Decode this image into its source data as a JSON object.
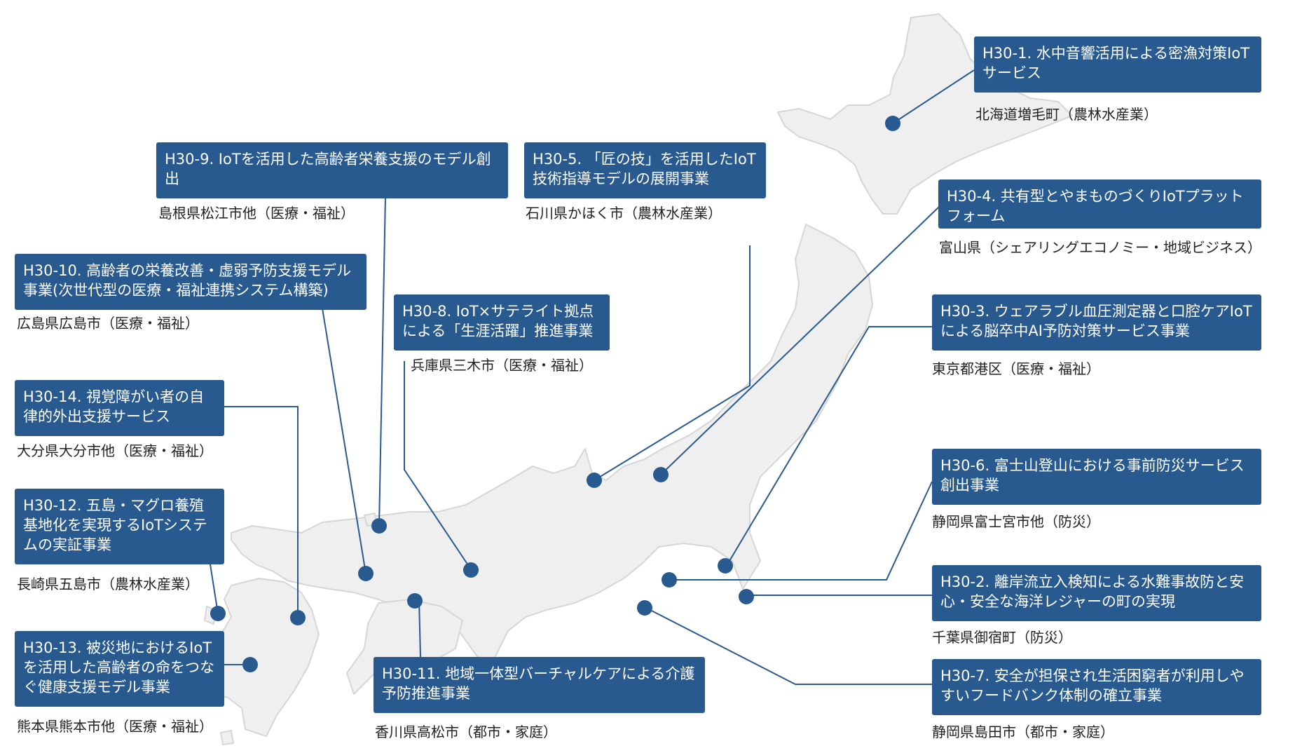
{
  "colors": {
    "marker": "#285a90",
    "box_bg": "#285a90",
    "box_text": "#ffffff",
    "land": "#efefef",
    "coast": "#d6d6d6",
    "leader": "#285a90"
  },
  "projects": [
    {
      "id": "h30-1",
      "title": "H30-1. 水中音響活用による密漁対策IoTサービス",
      "location": "北海道増毛町（農林水産業）"
    },
    {
      "id": "h30-2",
      "title": "H30-2. 離岸流立入検知による水難事故防と安心・安全な海洋レジャーの町の実現",
      "location": "千葉県御宿町（防災）"
    },
    {
      "id": "h30-3",
      "title": "H30-3. ウェアラブル血圧測定器と口腔ケアIoTによる脳卒中AI予防対策サービス事業",
      "location": "東京都港区（医療・福祉）"
    },
    {
      "id": "h30-4",
      "title": "H30-4. 共有型とやまものづくりIoTプラットフォーム",
      "location": "富山県（シェアリングエコノミー・地域ビジネス）"
    },
    {
      "id": "h30-5",
      "title": "H30-5. 「匠の技」を活用したIoT技術指導モデルの展開事業",
      "location": "石川県かほく市（農林水産業）"
    },
    {
      "id": "h30-6",
      "title": "H30-6. 富士山登山における事前防災サービス創出事業",
      "location": "静岡県富士宮市他（防災）"
    },
    {
      "id": "h30-7",
      "title": "H30-7. 安全が担保され生活困窮者が利用しやすいフードバンク体制の確立事業",
      "location": "静岡県島田市（都市・家庭）"
    },
    {
      "id": "h30-8",
      "title": "H30-8. IoT×サテライト拠点による「生涯活躍」推進事業",
      "location": "兵庫県三木市（医療・福祉）"
    },
    {
      "id": "h30-9",
      "title": "H30-9. IoTを活用した高齢者栄養支援のモデル創出",
      "location": "島根県松江市他（医療・福祉）"
    },
    {
      "id": "h30-10",
      "title": "H30-10. 高齢者の栄養改善・虚弱予防支援モデル事業(次世代型の医療・福祉連携システム構築)",
      "location": "広島県広島市（医療・福祉）"
    },
    {
      "id": "h30-11",
      "title": "H30-11. 地域一体型バーチャルケアによる介護予防推進事業",
      "location": "香川県高松市（都市・家庭）"
    },
    {
      "id": "h30-12",
      "title": "H30-12. 五島・マグロ養殖基地化を実現するIoTシステムの実証事業",
      "location": "長崎県五島市（農林水産業）"
    },
    {
      "id": "h30-13",
      "title": "H30-13. 被災地におけるIoTを活用した高齢者の命をつなぐ健康支援モデル事業",
      "location": "熊本県熊本市他（医療・福祉）"
    },
    {
      "id": "h30-14",
      "title": "H30-14. 視覚障がい者の自律的外出支援サービス",
      "location": "大分県大分市他（医療・福祉）"
    }
  ]
}
